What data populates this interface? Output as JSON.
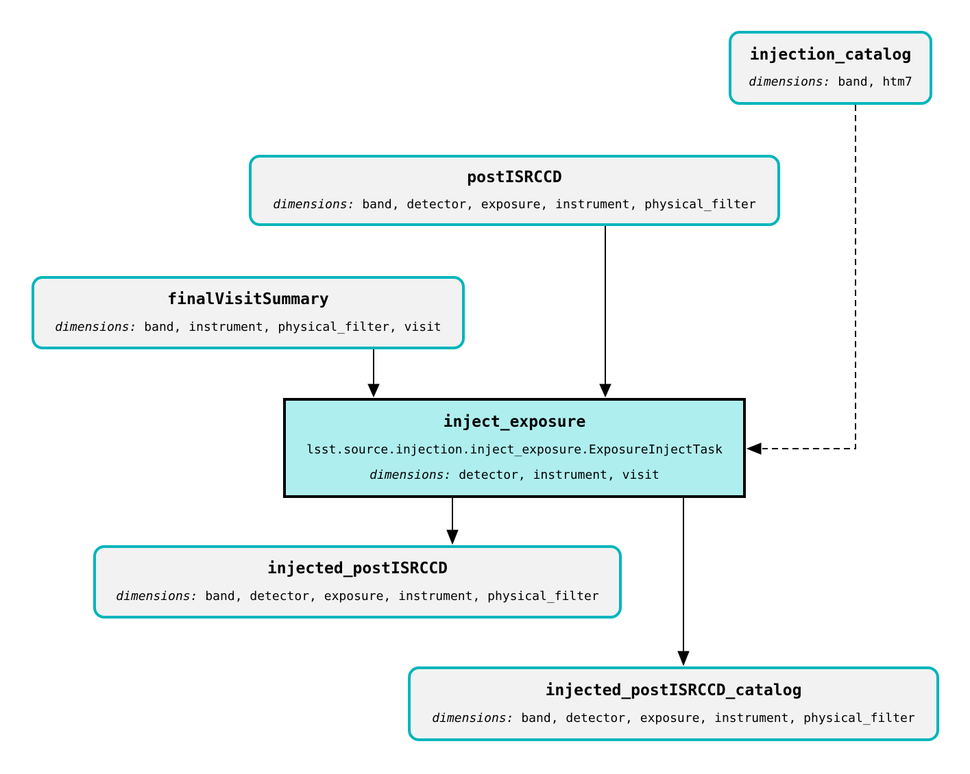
{
  "diagram": {
    "title_hint": "LSST source injection pipeline graph",
    "dimensions_label": "dimensions:",
    "colors": {
      "background": "#ffffff",
      "dataset_border": "#00b5bc",
      "dataset_fill": "#f2f2f2",
      "task_border": "#000000",
      "task_fill": "#afeeee",
      "edge": "#000000"
    },
    "nodes": [
      {
        "id": "injection_catalog",
        "type": "dataset",
        "title": "injection_catalog",
        "dimensions": "band, htm7"
      },
      {
        "id": "postISRCCD",
        "type": "dataset",
        "title": "postISRCCD",
        "dimensions": "band, detector, exposure, instrument, physical_filter"
      },
      {
        "id": "finalVisitSummary",
        "type": "dataset",
        "title": "finalVisitSummary",
        "dimensions": "band, instrument, physical_filter, visit"
      },
      {
        "id": "inject_exposure",
        "type": "task",
        "title": "inject_exposure",
        "task_class": "lsst.source.injection.inject_exposure.ExposureInjectTask",
        "dimensions": "detector, instrument, visit"
      },
      {
        "id": "injected_postISRCCD",
        "type": "dataset",
        "title": "injected_postISRCCD",
        "dimensions": "band, detector, exposure, instrument, physical_filter"
      },
      {
        "id": "injected_postISRCCD_catalog",
        "type": "dataset",
        "title": "injected_postISRCCD_catalog",
        "dimensions": "band, detector, exposure, instrument, physical_filter"
      }
    ],
    "edges": [
      {
        "from": "postISRCCD",
        "to": "inject_exposure",
        "style": "solid"
      },
      {
        "from": "finalVisitSummary",
        "to": "inject_exposure",
        "style": "solid"
      },
      {
        "from": "injection_catalog",
        "to": "inject_exposure",
        "style": "dashed"
      },
      {
        "from": "inject_exposure",
        "to": "injected_postISRCCD",
        "style": "solid"
      },
      {
        "from": "inject_exposure",
        "to": "injected_postISRCCD_catalog",
        "style": "solid"
      }
    ]
  }
}
